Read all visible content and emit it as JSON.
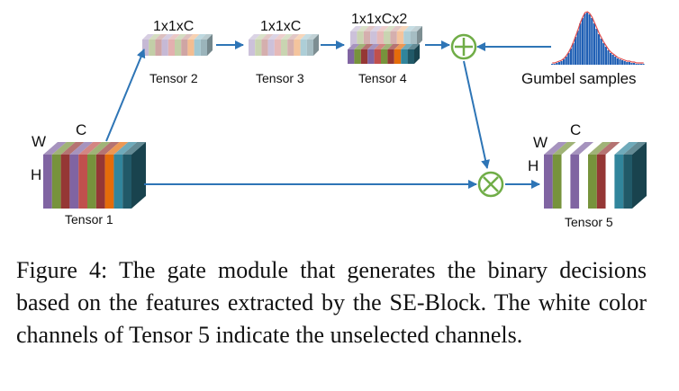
{
  "diagram": {
    "tensor1": {
      "label": "Tensor 1",
      "dim_w": "W",
      "dim_c": "C",
      "dim_h": "H"
    },
    "tensor2": {
      "label": "Tensor 2",
      "dim": "1x1xC"
    },
    "tensor3": {
      "label": "Tensor 3",
      "dim": "1x1xC"
    },
    "tensor4": {
      "label": "Tensor 4",
      "dim": "1x1xCx2"
    },
    "tensor5": {
      "label": "Tensor 5",
      "dim_w": "W",
      "dim_c": "C",
      "dim_h": "H"
    },
    "gumbel": {
      "label": "Gumbel samples"
    },
    "ops": {
      "add_icon": "circled-plus",
      "mult_icon": "circled-times"
    },
    "colors": {
      "arrow": "#2e75b6",
      "op_circle": "#70ad47",
      "channels": [
        "#8064a2",
        "#77933c",
        "#953735",
        "#8064a2",
        "#c0504d",
        "#77933c",
        "#953735",
        "#e46c0a",
        "#31859c",
        "#215968"
      ],
      "gumbel_bars": "#1f5fb4",
      "gumbel_curve": "#e05050"
    }
  },
  "caption": "Figure 4: The gate module that generates the binary decisions based on the features extracted by the SE-Block. The white color channels of Tensor 5 indicate the unselected channels."
}
